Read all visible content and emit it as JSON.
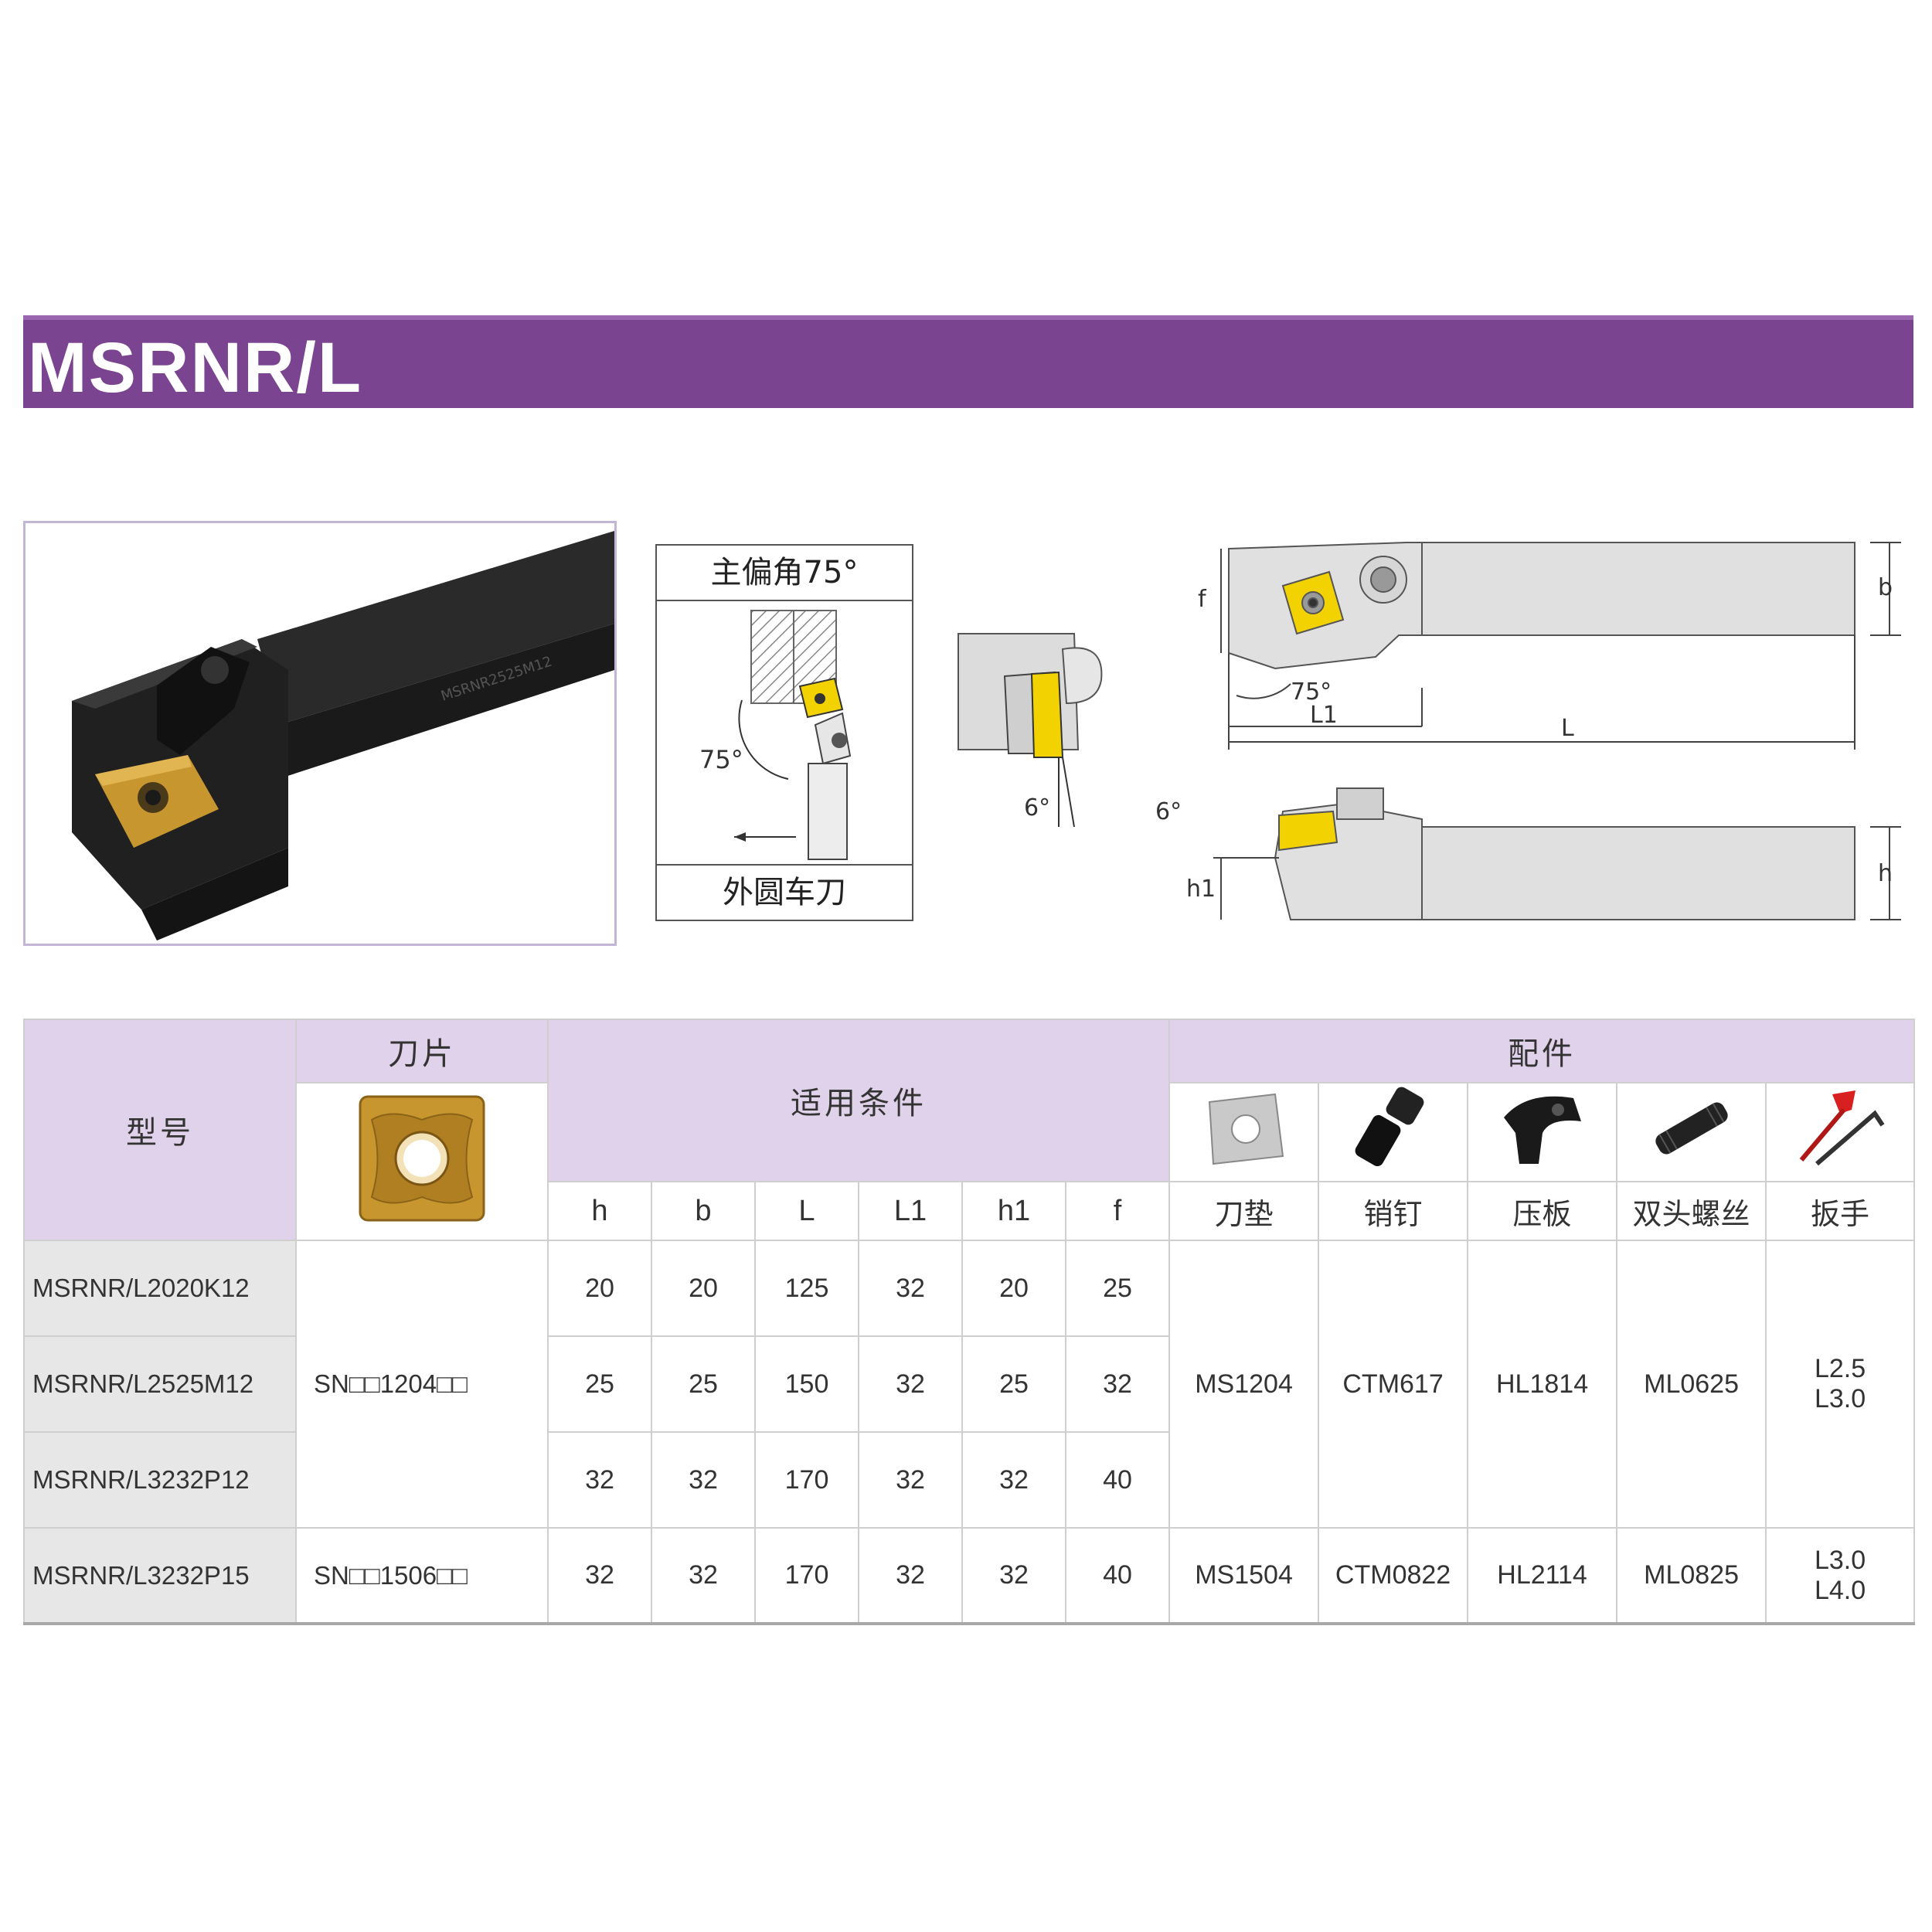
{
  "title": "MSRNR/L",
  "diagram": {
    "header": "主偏角75°",
    "footer": "外圆车刀",
    "angle": "75°",
    "relief": "6°"
  },
  "drawing": {
    "labels": {
      "f": "f",
      "b": "b",
      "angle": "75°",
      "L1": "L1",
      "L": "L",
      "relief": "6°",
      "h1": "h1",
      "h": "h"
    }
  },
  "table": {
    "col_model": "型号",
    "col_insert": "刀片",
    "col_conditions": "适用条件",
    "col_accessories": "配件",
    "dims": [
      "h",
      "b",
      "L",
      "L1",
      "h1",
      "f"
    ],
    "acc_names": [
      "刀垫",
      "销钉",
      "压板",
      "双头螺丝",
      "扳手"
    ],
    "rows": [
      {
        "model": "MSRNR/L2020K12",
        "h": "20",
        "b": "20",
        "L": "125",
        "L1": "32",
        "h1": "20",
        "f": "25"
      },
      {
        "model": "MSRNR/L2525M12",
        "h": "25",
        "b": "25",
        "L": "150",
        "L1": "32",
        "h1": "25",
        "f": "32"
      },
      {
        "model": "MSRNR/L3232P12",
        "h": "32",
        "b": "32",
        "L": "170",
        "L1": "32",
        "h1": "32",
        "f": "40"
      },
      {
        "model": "MSRNR/L3232P15",
        "h": "32",
        "b": "32",
        "L": "170",
        "L1": "32",
        "h1": "32",
        "f": "40"
      }
    ],
    "group1": {
      "insert": "SN□□1204□□",
      "shim": "MS1204",
      "pin": "CTM617",
      "clamp": "HL1814",
      "screw": "ML0625",
      "wrench": [
        "L2.5",
        "L3.0"
      ]
    },
    "group2": {
      "insert": "SN□□1506□□",
      "shim": "MS1504",
      "pin": "CTM0822",
      "clamp": "HL2114",
      "screw": "ML0825",
      "wrench": [
        "L3.0",
        "L4.0"
      ]
    }
  },
  "colors": {
    "title_bar": "#7b4490",
    "header_bg": "#e0d2ea",
    "insert_gold": "#c8962e",
    "model_bg": "#e7e7e7"
  }
}
